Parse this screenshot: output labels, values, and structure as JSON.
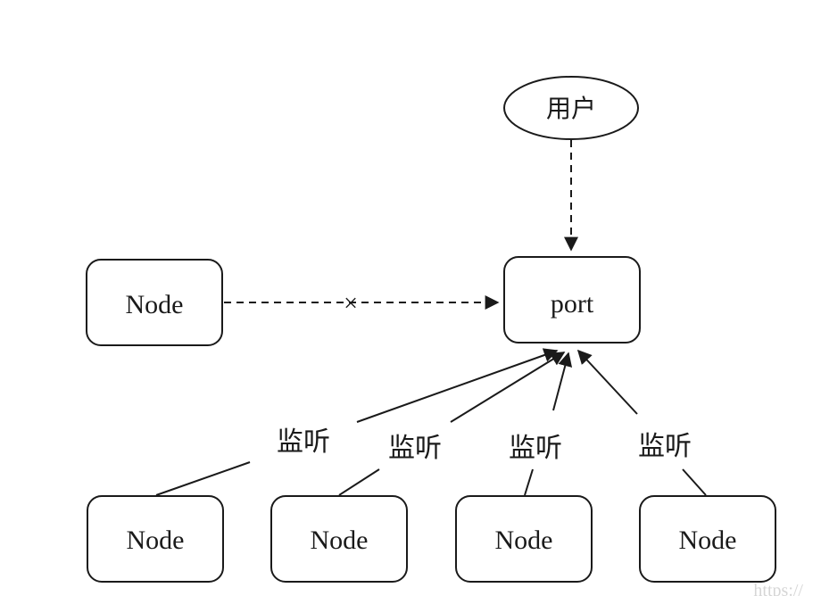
{
  "diagram": {
    "user_node": {
      "label": "用户"
    },
    "port_node": {
      "label": "port"
    },
    "isolated_node": {
      "label": "Node"
    },
    "blocked_marker": "×",
    "listener_nodes": [
      {
        "label": "Node",
        "edge_label": "监听"
      },
      {
        "label": "Node",
        "edge_label": "监听"
      },
      {
        "label": "Node",
        "edge_label": "监听"
      },
      {
        "label": "Node",
        "edge_label": "监听"
      }
    ],
    "watermark": "https://"
  }
}
